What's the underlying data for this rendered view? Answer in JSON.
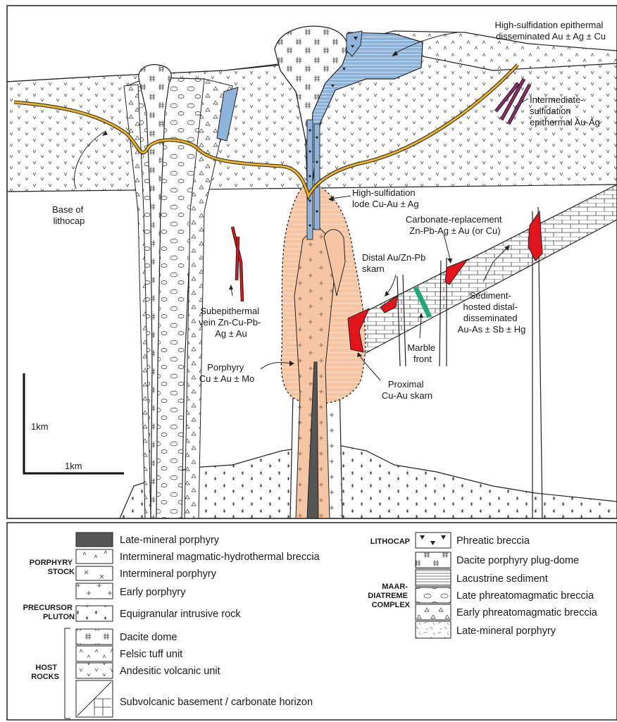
{
  "colors": {
    "high_sulfidation_blue": "#8fb4dc",
    "porphyry_halo_peach": "#f6c6a4",
    "skarn_red": "#e3141b",
    "marble_front_green": "#1fa97a",
    "intermediate_sulfidation_purple": "#8c2a6a",
    "lithocap_base_yellow": "#e8b520",
    "late_mineral_porphyry_gray": "#555555"
  },
  "labels": {
    "hs_epithermal": [
      "High-sulfidation epithermal",
      "disseminated Au ± Ag ± Cu"
    ],
    "is_epithermal": [
      "Intermediate-",
      "sulfidation",
      "epithermal Au-Ag"
    ],
    "base_lithocap": [
      "Base of",
      "lithocap"
    ],
    "hs_lode": [
      "High-sulfidation",
      "lode Cu-Au ± Ag"
    ],
    "carbonate_replacement": [
      "Carbonate-replacement",
      "Zn-Pb-Ag ± Au (or Cu)"
    ],
    "distal_skarn": [
      "Distal Au/Zn-Pb",
      "skarn"
    ],
    "sediment_hosted": [
      "Sediment-",
      "hosted distal-",
      "disseminated",
      "Au-As ± Sb ± Hg"
    ],
    "subepithermal": [
      "Subepithermal",
      "vein Zn-Cu-Pb-",
      "Ag ± Au"
    ],
    "porphyry": [
      "Porphyry",
      "Cu ± Au ± Mo"
    ],
    "marble_front": [
      "Marble",
      "front"
    ],
    "proximal_skarn": [
      "Proximal",
      "Cu-Au skarn"
    ]
  },
  "scale_bar": {
    "vertical_label": "1km",
    "horizontal_label": "1km"
  },
  "legend": {
    "group_porphyry_stock": [
      "PORPHYRY",
      "STOCK"
    ],
    "group_precursor_pluton": [
      "PRECURSOR",
      "PLUTON"
    ],
    "group_host_rocks": [
      "HOST",
      "ROCKS"
    ],
    "group_lithocap": "LITHOCAP",
    "group_maar_diatreme": [
      "MAAR-",
      "DIATREME",
      "COMPLEX"
    ],
    "left_items": [
      "Late-mineral porphyry",
      "Intermineral magmatic-hydrothermal breccia",
      "Intermineral porphyry",
      "Early porphyry",
      "Equigranular intrusive rock",
      "Dacite dome",
      "Felsic tuff unit",
      "Andesitic volcanic unit",
      "Subvolcanic basement / carbonate horizon"
    ],
    "right_items": [
      "Phreatic breccia",
      "Dacite porphyry plug-dome",
      "Lacustrine sediment",
      "Late phreatomagmatic breccia",
      "Early phreatomagmatic breccia",
      "Late-mineral porphyry"
    ]
  }
}
